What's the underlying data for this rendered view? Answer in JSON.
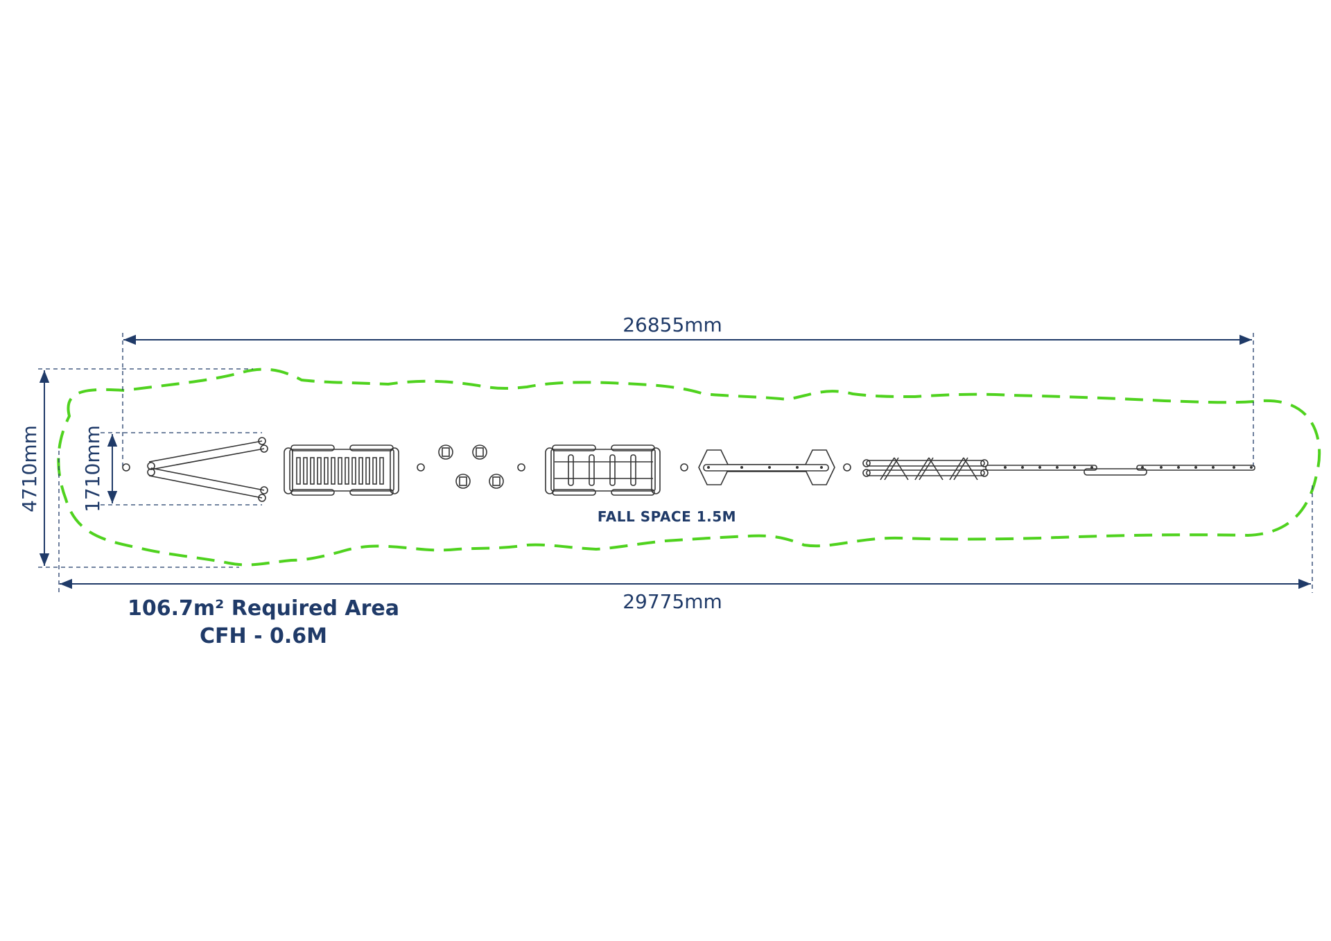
{
  "colors": {
    "dimension": "#1f3a68",
    "fall_zone": "#4fd21e",
    "equipment": "#333333",
    "background": "#ffffff"
  },
  "dimensions": {
    "overall_equipment_length": "26855mm",
    "overall_fall_zone_length": "29775mm",
    "overall_width": "4710mm",
    "equipment_width": "1710mm"
  },
  "labels": {
    "fall_space": "FALL SPACE 1.5M",
    "required_area": "106.7m² Required Area",
    "critical_fall_height": "CFH - 0.6M"
  }
}
